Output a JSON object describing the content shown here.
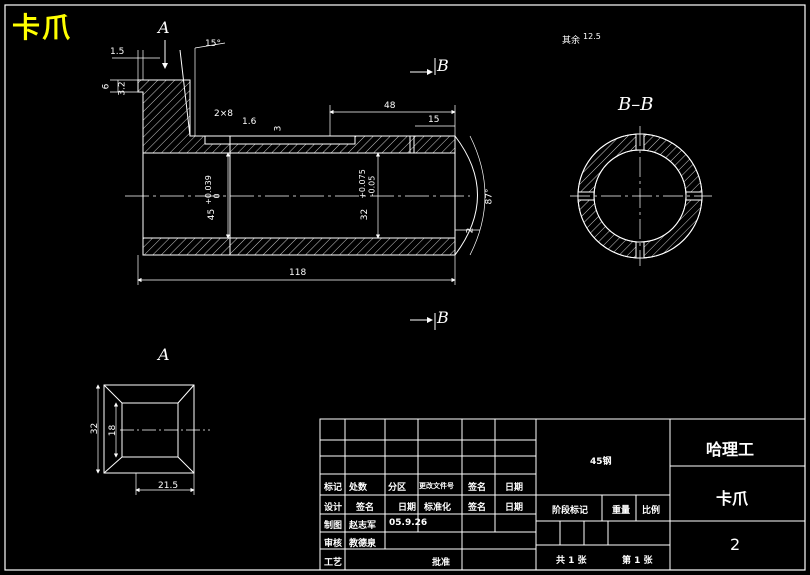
{
  "title_block_caption": "卡爪",
  "roughness_note": "其余",
  "roughness_other": "12.5",
  "section_ref": "A",
  "section_cut": "B",
  "section_title": "B–B",
  "view_A_title": "A",
  "dims": {
    "d1_5": "1.5",
    "d15deg": "15°",
    "d6": "6",
    "d3_2": "3.2",
    "d48": "48",
    "d15": "15",
    "d2x8": "2×8",
    "d16": "1.6",
    "d3": "3",
    "d45": "45",
    "d45tol_up": "+0.039",
    "d45tol_lo": "0",
    "d32": "32",
    "d32tol_up": "+0.075",
    "d32tol_lo": "-0.05",
    "d87": "87°",
    "d2": "2",
    "d118": "118",
    "va32": "32",
    "va18": "18",
    "va21_5": "21.5"
  },
  "title_block": {
    "material": "45钢",
    "company": "哈理工",
    "part_name": "卡爪",
    "sheet_no": "2",
    "rows": {
      "r1": [
        "标记",
        "处数",
        "分区",
        "更改文件号",
        "签名",
        "日期"
      ],
      "r2": [
        "设计",
        "签名",
        "日期",
        "标准化",
        "签名",
        "日期"
      ],
      "r3": [
        "制图",
        "赵志军",
        "05.9.26"
      ],
      "r4": [
        "审核",
        "教德泉"
      ],
      "r5": [
        "工艺",
        "批准"
      ]
    },
    "stage_label": "阶段标记",
    "weight_label": "重量",
    "scale_label": "比例",
    "total_label": "共 1 张",
    "page_label": "第 1 张"
  },
  "colors": {
    "outline": "#ffffff",
    "hatch": "#ffffff",
    "dim": "#ffffff",
    "center": "#ffffff",
    "title": "#ffff00"
  }
}
